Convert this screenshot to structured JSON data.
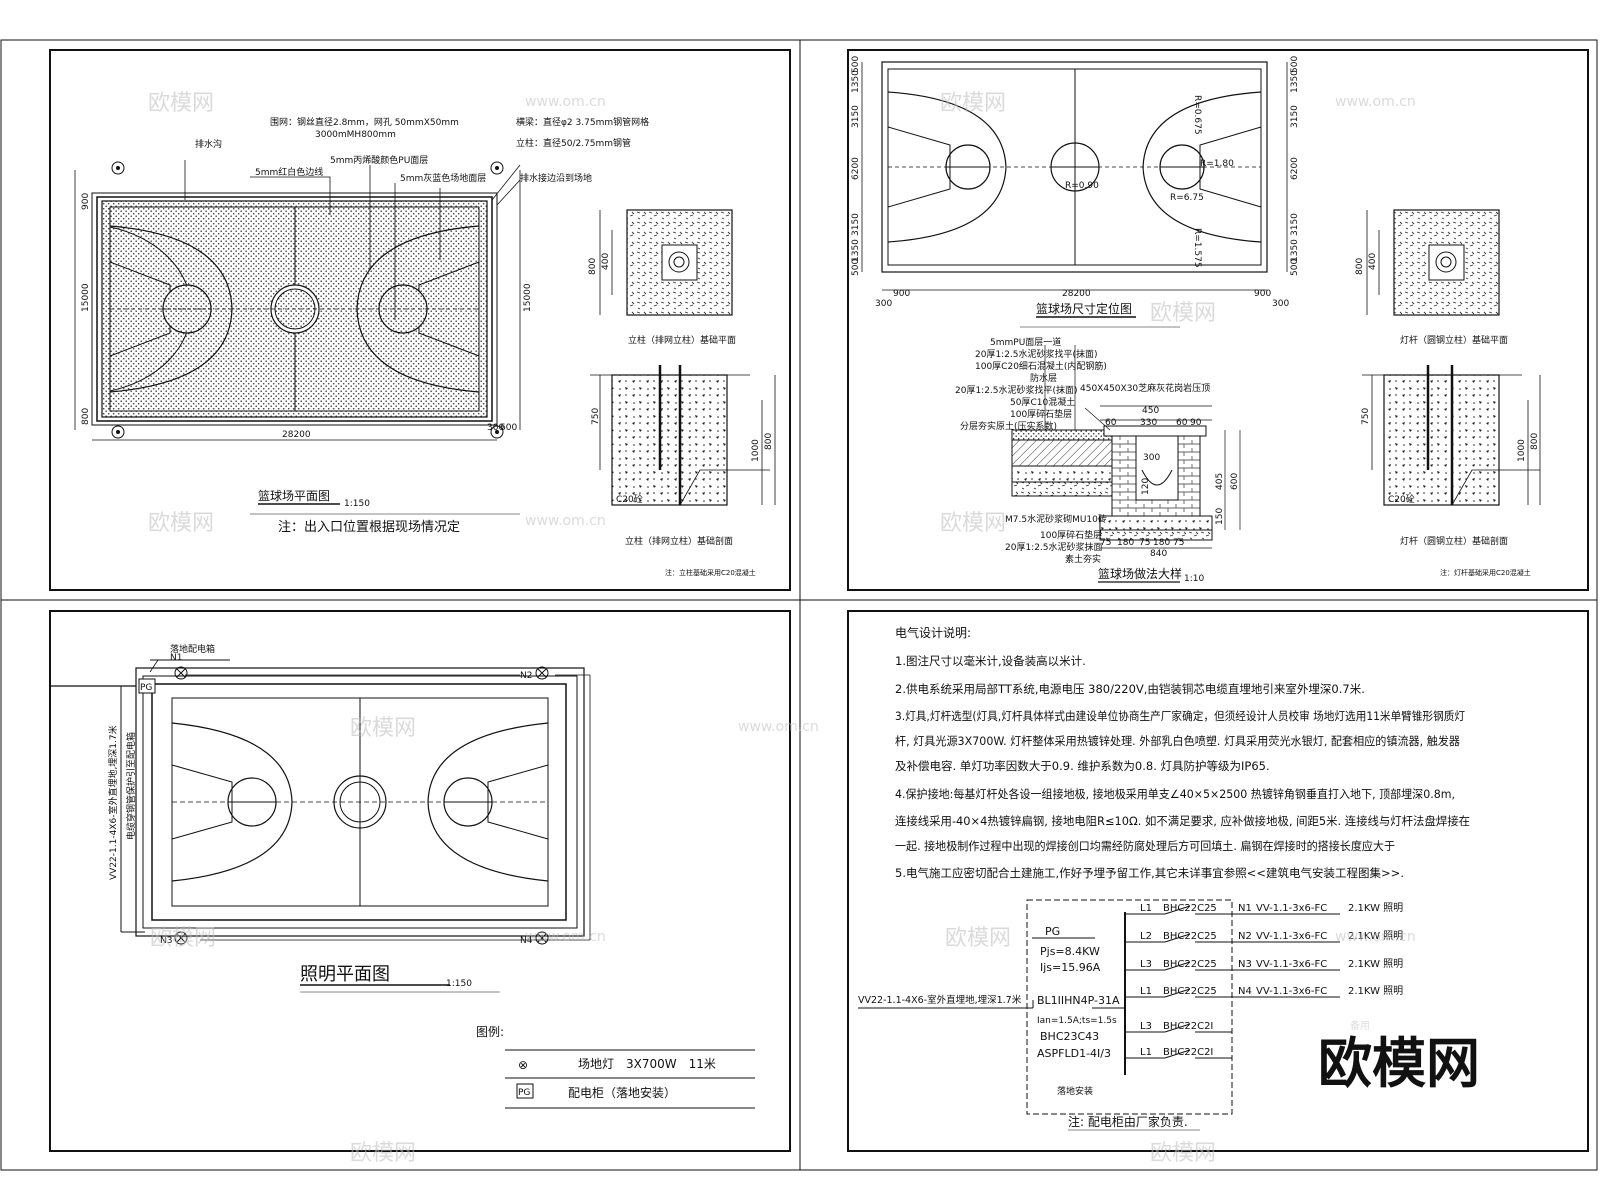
{
  "watermark": {
    "brand": "欧模网",
    "site": "www.om.cn",
    "corner_logo": "欧模网"
  },
  "panel_tl": {
    "title": "篮球场平面图",
    "scale": "1:150",
    "note": "注：出入口位置根据现场情况定",
    "callouts": [
      "排水沟",
      "围网：钢丝直径2.8mm，网孔 50mmX50mm",
      "3000mMH800mm",
      "5mm丙烯酸颜色PU面层",
      "5mm红白色边线",
      "横梁：直径φ2 3.75mm钢管网格",
      "立柱：直径50/2.75mm钢管",
      "5mm灰蓝色场地面层",
      "排水接边沿到场地"
    ],
    "dims": {
      "length": "28200",
      "width": "15000",
      "edge_a": "900",
      "edge_b": "800",
      "edge_c": "300",
      "edge_d": "600"
    },
    "detail1_caption": "立柱（排网立柱）基础平面",
    "detail1_dims": {
      "outer": "800",
      "inner": "400"
    },
    "detail2_caption": "立柱（排网立柱）基础剖面",
    "detail2_dims": {
      "a": "750",
      "b": "1000",
      "c": "800"
    },
    "detail2_label": "C20砼",
    "footer_note": "注：立柱基础采用C20混凝土"
  },
  "panel_tr": {
    "title": "篮球场尺寸定位图",
    "left_dims": [
      "500",
      "1350",
      "3150",
      "6200",
      "3150",
      "1350",
      "500"
    ],
    "right_dims": [
      "500",
      "1350",
      "3150",
      "6200",
      "3150",
      "1350",
      "500"
    ],
    "bottom_dims": [
      "300",
      "900",
      "28200",
      "900",
      "300"
    ],
    "labels": [
      "R=0.675",
      "R=1.80",
      "R=0.90",
      "R=1.575",
      "R=6.75"
    ],
    "section_title": "篮球场做法大样",
    "section_scale": "1:10",
    "layers": [
      "5mmPU面层一道",
      "20厚1:2.5水泥砂浆找平(抹面)",
      "100厚C20细石混凝土(内配钢筋)",
      "防水层",
      "20厚1:2.5水泥砂浆找平(抹面)",
      "50厚C10混凝土",
      "100厚碎石垫层",
      "分层夯实原土(压实系数)"
    ],
    "drain_label": "450X450X30芝麻灰花岗岩压顶",
    "drain_dims": [
      "450",
      "60",
      "330",
      "60",
      "90",
      "300",
      "120",
      "405",
      "600",
      "150",
      "75",
      "180",
      "75",
      "180",
      "75",
      "840"
    ],
    "lower_layers": [
      "M7.5水泥砂浆砌MU10砖",
      "100厚碎石垫层",
      "20厚1:2.5水泥砂浆抹面",
      "素土夯实"
    ],
    "detail1_caption": "灯杆（圆钢立柱）基础平面",
    "detail1_dims": {
      "outer": "800",
      "inner": "400"
    },
    "detail2_caption": "灯杆（圆钢立柱）基础剖面",
    "detail2_dims": {
      "a": "750",
      "b": "1000",
      "c": "800"
    },
    "detail2_label": "C20砼",
    "footer_note": "注：灯杆基础采用C20混凝土"
  },
  "panel_bl": {
    "title": "照明平面图",
    "scale": "1:150",
    "cabinet_label": "落地配电箱",
    "cable_label": "VV22-1.1-4X6-室外直埋地,埋深1.7米",
    "cable_sub": "电缆穿钢管保护引至配电箱",
    "pg": "PG",
    "lamps": [
      "N1",
      "N2",
      "N3",
      "N4"
    ],
    "legend_title": "图例:",
    "legend": [
      {
        "sym": "⊗",
        "text": "场地灯　3X700W　11米"
      },
      {
        "sym": "PG",
        "text": "配电柜（落地安装）"
      }
    ]
  },
  "panel_br": {
    "heading": "电气设计说明:",
    "notes": [
      "1.图注尺寸以毫米计,设备装高以米计.",
      "2.供电系统采用局部TT系统,电源电压 380/220V,由铠装铜芯电缆直埋地引来室外埋深0.7米.",
      "3.灯具,灯杆选型(灯具,灯杆具体样式由建设单位协商生产厂家确定，但须经设计人员校审 场地灯选用11米单臂锥形钢质灯",
      "杆, 灯具光源3X700W. 灯杆整体采用热镀锌处理. 外部乳白色喷塑. 灯具采用荧光水银灯, 配套相应的镇流器, 触发器",
      "及补偿电容. 单灯功率因数大于0.9. 维护系数为0.8. 灯具防护等级为IP65.",
      "4.保护接地:每基灯杆处各设一组接地极, 接地极采用单支∠40×5×2500  热镀锌角钢垂直打入地下, 顶部埋深0.8m,",
      "连接线采用-40×4热镀锌扁钢, 接地电阻R≤10Ω. 如不满足要求, 应补做接地极, 间距5米. 连接线与灯杆法盘焊接在",
      "一起. 接地极制作过程中出现的焊接创口均需经防腐处理后方可回填土. 扁钢在焊接时的搭接长度应大于",
      "5.电气施工应密切配合土建施工,作好予埋予留工作,其它未详事宜参照<<建筑电气安装工程图集>>."
    ],
    "cabinet": {
      "name": "PG",
      "pjs": "Pjs=8.4KW",
      "ijs": "Ijs=15.96A",
      "main": "BL1IIHN4P-31A",
      "ian": "Ian=1.5A;ts=1.5s",
      "breaker": "BHC23C43",
      "spd": "ASPFLD1-4I/3",
      "install": "落地安装",
      "incoming": "VV22-1.1-4X6-室外直埋地,埋深1.7米"
    },
    "circuits": [
      {
        "phase": "L1",
        "breaker": "BHC22C25",
        "n": "N1",
        "cable": "VV-1.1-3x6-FC",
        "load": "2.1KW 照明"
      },
      {
        "phase": "L2",
        "breaker": "BHC22C25",
        "n": "N2",
        "cable": "VV-1.1-3x6-FC",
        "load": "2.1KW 照明"
      },
      {
        "phase": "L3",
        "breaker": "BHC22C25",
        "n": "N3",
        "cable": "VV-1.1-3x6-FC",
        "load": "2.1KW 照明"
      },
      {
        "phase": "L1",
        "breaker": "BHC22C25",
        "n": "N4",
        "cable": "VV-1.1-3x6-FC",
        "load": "2.1KW 照明"
      },
      {
        "phase": "L3",
        "breaker": "BHC22C2I",
        "n": "",
        "cable": "",
        "load": "备用"
      },
      {
        "phase": "L1",
        "breaker": "BHC22C2I",
        "n": "",
        "cable": "",
        "load": ""
      }
    ],
    "footer_note": "注: 配电柜由厂家负责."
  }
}
